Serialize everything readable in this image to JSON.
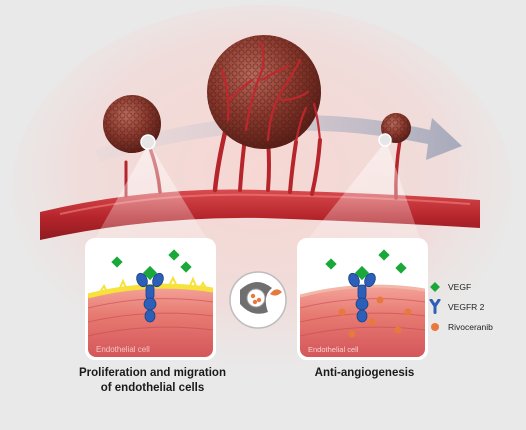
{
  "panels": {
    "left": {
      "tissue_label": "Endothelial cell",
      "caption_line1": "Proliferation and migration",
      "caption_line2": "of endothelial cells"
    },
    "right": {
      "tissue_label": "Endothelial cell",
      "caption": "Anti-angiogenesis"
    }
  },
  "legend": [
    {
      "label": "VEGF",
      "icon": "green-diamond-icon",
      "color": "#1aa83b"
    },
    {
      "label": "VEGFR 2",
      "icon": "receptor-y-icon",
      "color": "#2b5fb8"
    },
    {
      "label": "Rivoceranib",
      "icon": "orange-dot-icon",
      "color": "#e8793d"
    }
  ],
  "colors": {
    "vessel": "#b5252b",
    "tumor": "#7a2f25",
    "arrow": "#9fa8bd",
    "background": "#e9e9e9"
  }
}
